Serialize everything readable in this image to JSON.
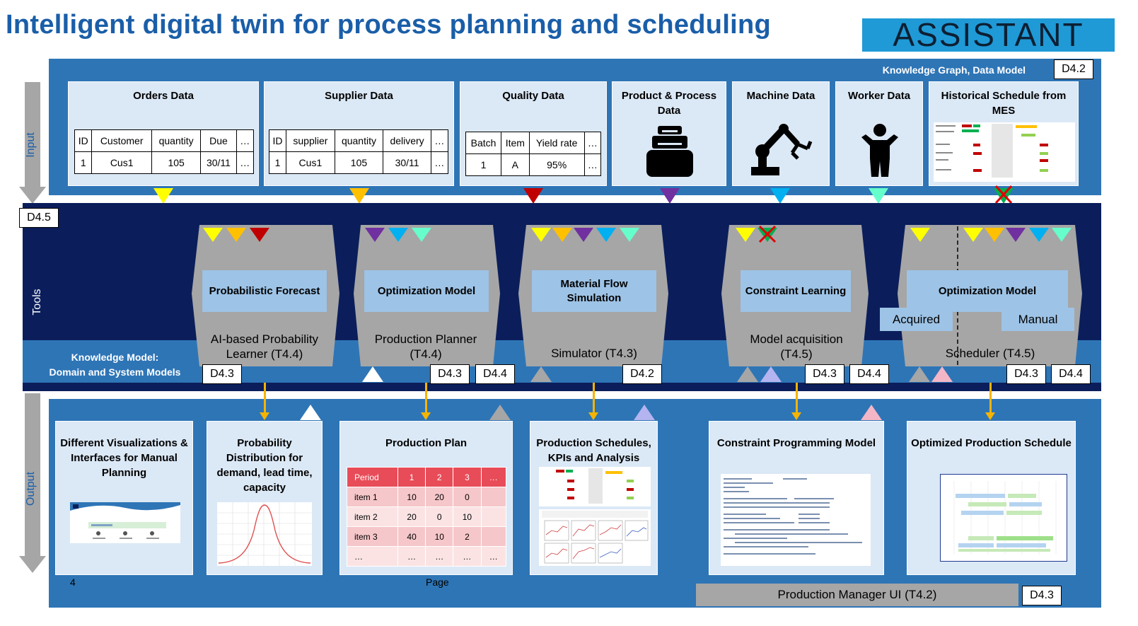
{
  "header": {
    "title": "Intelligent digital twin for process planning and scheduling",
    "logo_text": "ASSISTANT"
  },
  "side_labels": {
    "input": "Input",
    "tools": "Tools",
    "output": "Output"
  },
  "input_band": {
    "caption": "Knowledge Graph, Data Model",
    "tag": "D4.2",
    "boxes": [
      {
        "title": "Orders Data",
        "headers": [
          "ID",
          "Customer",
          "quantity",
          "Due",
          "…"
        ],
        "row": [
          "1",
          "Cus1",
          "105",
          "30/11",
          "…"
        ],
        "connector_color": "#ffff00"
      },
      {
        "title": "Supplier Data",
        "headers": [
          "ID",
          "supplier",
          "quantity",
          "delivery",
          "…"
        ],
        "row": [
          "1",
          "Cus1",
          "105",
          "30/11",
          "…"
        ],
        "connector_color": "#ffc000"
      },
      {
        "title": "Quality Data",
        "headers": [
          "Batch",
          "Item",
          "Yield rate",
          "…"
        ],
        "row": [
          "1",
          "A",
          "95%",
          "…"
        ],
        "connector_color": "#c00000"
      },
      {
        "title": "Product & Process Data",
        "icon": "stacked-product-icon",
        "connector_color": "#7030a0"
      },
      {
        "title": "Machine  Data",
        "icon": "robot-arm-icon",
        "connector_color": "#00b0f0"
      },
      {
        "title": "Worker Data",
        "icon": "person-icon",
        "connector_color": "#66ffcc"
      },
      {
        "title": "Historical Schedule from MES",
        "icon": "gantt-thumbnail",
        "connector_color": "#00b050"
      }
    ]
  },
  "tools_band": {
    "tag_left": "D4.5",
    "knowledge_model_caption": "Knowledge Model:\nDomain and System Models",
    "tools": [
      {
        "inner": "Probabilistic Forecast",
        "sub": "AI-based Probability Learner (T4.4)",
        "tags": [
          "D4.3"
        ]
      },
      {
        "inner": "Optimization Model",
        "sub": "Production Planner (T4.4)",
        "tags": [
          "D4.3",
          "D4.4"
        ]
      },
      {
        "inner": "Material Flow Simulation",
        "sub": "Simulator (T4.3)",
        "tags": [
          "D4.2"
        ]
      },
      {
        "inner": "Constraint Learning",
        "sub": "Model acquisition (T4.5)",
        "tags": [
          "D4.3",
          "D4.4"
        ]
      },
      {
        "inner": "Optimization Model",
        "sub": "Scheduler (T4.5)",
        "tags": [
          "D4.3",
          "D4.4"
        ],
        "buttons": [
          "Acquired",
          "Manual"
        ]
      }
    ]
  },
  "output_band": {
    "boxes": [
      {
        "title": "Different Visualizations & Interfaces for Manual Planning"
      },
      {
        "title": "Probability Distribution for demand, lead time, capacity"
      },
      {
        "title": "Production Plan",
        "table": {
          "headers": [
            "Period",
            "1",
            "2",
            "3",
            "…"
          ],
          "rows": [
            [
              "item 1",
              "10",
              "20",
              "0",
              ""
            ],
            [
              "item 2",
              "20",
              "0",
              "10",
              ""
            ],
            [
              "item 3",
              "40",
              "10",
              "2",
              ""
            ],
            [
              "…",
              "…",
              "…",
              "…",
              "…"
            ]
          ]
        }
      },
      {
        "title": "Production Schedules, KPIs and Analysis"
      },
      {
        "title": "Constraint Programming Model"
      },
      {
        "title": "Optimized Production Schedule"
      }
    ],
    "page_number": "4",
    "page_label": "Page",
    "ui_bar_label": "Production Manager UI (T4.2)",
    "ui_bar_tag": "D4.3"
  },
  "colors": {
    "title_blue": "#1a5ea8",
    "band_blue": "#2e75b6",
    "tools_navy": "#0b1e5b",
    "tool_gray": "#a6a6a6",
    "tool_inner_blue": "#9dc3e6",
    "box_fill": "#dbe8f6",
    "arrow_yellow": "#f5b400"
  }
}
